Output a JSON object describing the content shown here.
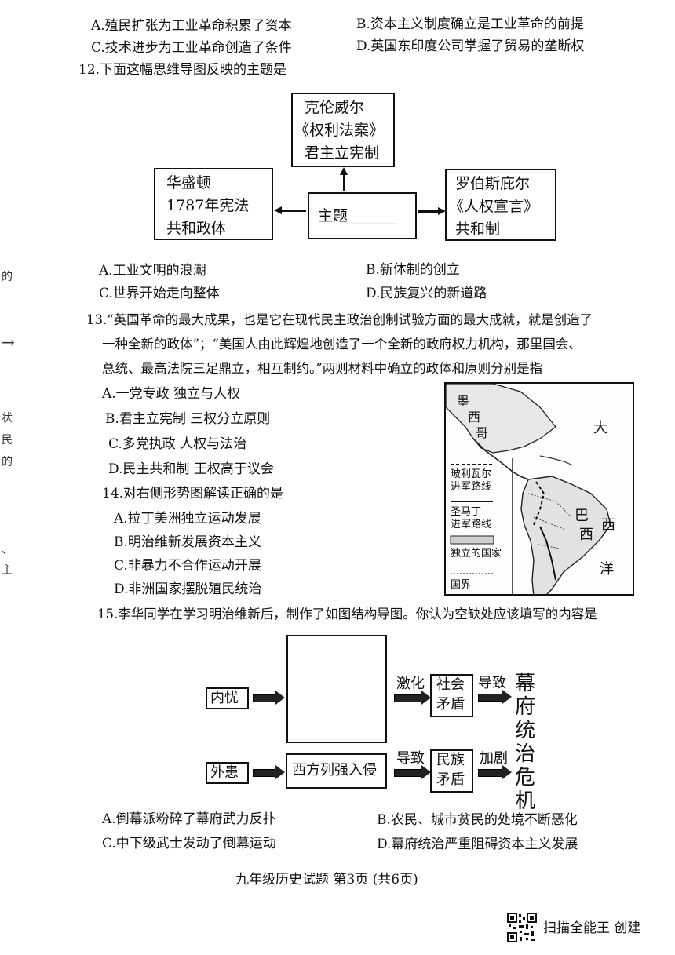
{
  "q11": {
    "opt_a": "A.殖民扩张为工业革命积累了资本",
    "opt_b": "B.资本主义制度确立是工业革命的前提",
    "opt_c": "C.技术进步为工业革命创造了条件",
    "opt_d": "D.英国东印度公司掌握了贸易的垄断权"
  },
  "q12": {
    "stem": "12.下面这幅思维导图反映的主题是",
    "top": [
      "克伦威尔",
      "《权利法案》",
      "君主立宪制"
    ],
    "left": [
      "华盛顿",
      "1787年宪法",
      "共和政体"
    ],
    "right": [
      "罗伯斯庇尔",
      "《人权宣言》",
      "共和制"
    ],
    "center": "主题 ______",
    "opt_a": "A.工业文明的浪潮",
    "opt_b": "B.新体制的创立",
    "opt_c": "C.世界开始走向整体",
    "opt_d": "D.民族复兴的新道路"
  },
  "q13": {
    "line1": "13.“英国革命的最大成果，也是它在现代民主政治创制试验方面的最大成就，就是创造了",
    "line2": "一种全新的政体”；“美国人由此辉煌地创造了一个全新的政府权力机构，那里国会、",
    "line3": "总统、最高法院三足鼎立，相互制约。”两则材料中确立的政体和原则分别是指",
    "opt_a": "A.一党专政   独立与人权",
    "opt_b": "B.君主立宪制   三权分立原则",
    "opt_c": "C.多党执政   人权与法治",
    "opt_d": "D.民主共和制   王权高于议会"
  },
  "q14": {
    "stem": "14.对右侧形势图解读正确的是",
    "opt_a": "A.拉丁美洲独立运动发展",
    "opt_b": "B.明治维新发展资本主义",
    "opt_c": "C.非暴力不合作运动开展",
    "opt_d": "D.非洲国家摆脱殖民统治",
    "map": {
      "label_mexico_1": "墨",
      "label_mexico_2": "西",
      "label_mexico_3": "哥",
      "label_ocean_1": "大",
      "label_ocean_2": "西",
      "label_ocean_3": "洋",
      "label_brazil_1": "巴",
      "label_brazil_2": "西",
      "legend_bolivar": "玻利瓦尔\n进军路线",
      "legend_sanmartin": "圣马丁\n进军路线",
      "legend_independent": "独立的国家",
      "legend_border": "国界"
    }
  },
  "q15": {
    "stem": "15.李华同学在学习明治维新后，制作了如图结构导图。你认为空缺处应该填写的内容是",
    "neiyou": "内忧",
    "waihuan": "外患",
    "invasion": "西方列强入侵",
    "jihua": "激化",
    "daozhi1": "导致",
    "daozhi2": "导致",
    "jiaju": "加剧",
    "social": "社会\n矛盾",
    "national": "民族\n矛盾",
    "crisis": "幕府统治危机",
    "opt_a": "A.倒幕派粉碎了幕府武力反扑",
    "opt_b": "B.农民、城市贫民的处境不断恶化",
    "opt_c": "C.中下级武士发动了倒幕运动",
    "opt_d": "D.幕府统治严重阻碍资本主义发展"
  },
  "footer": "九年级历史试题   第3页   (共6页)",
  "watermark": "扫描全能王 创建",
  "margin": [
    "的",
    "→",
    "状",
    "民",
    "的",
    "、",
    "主"
  ]
}
